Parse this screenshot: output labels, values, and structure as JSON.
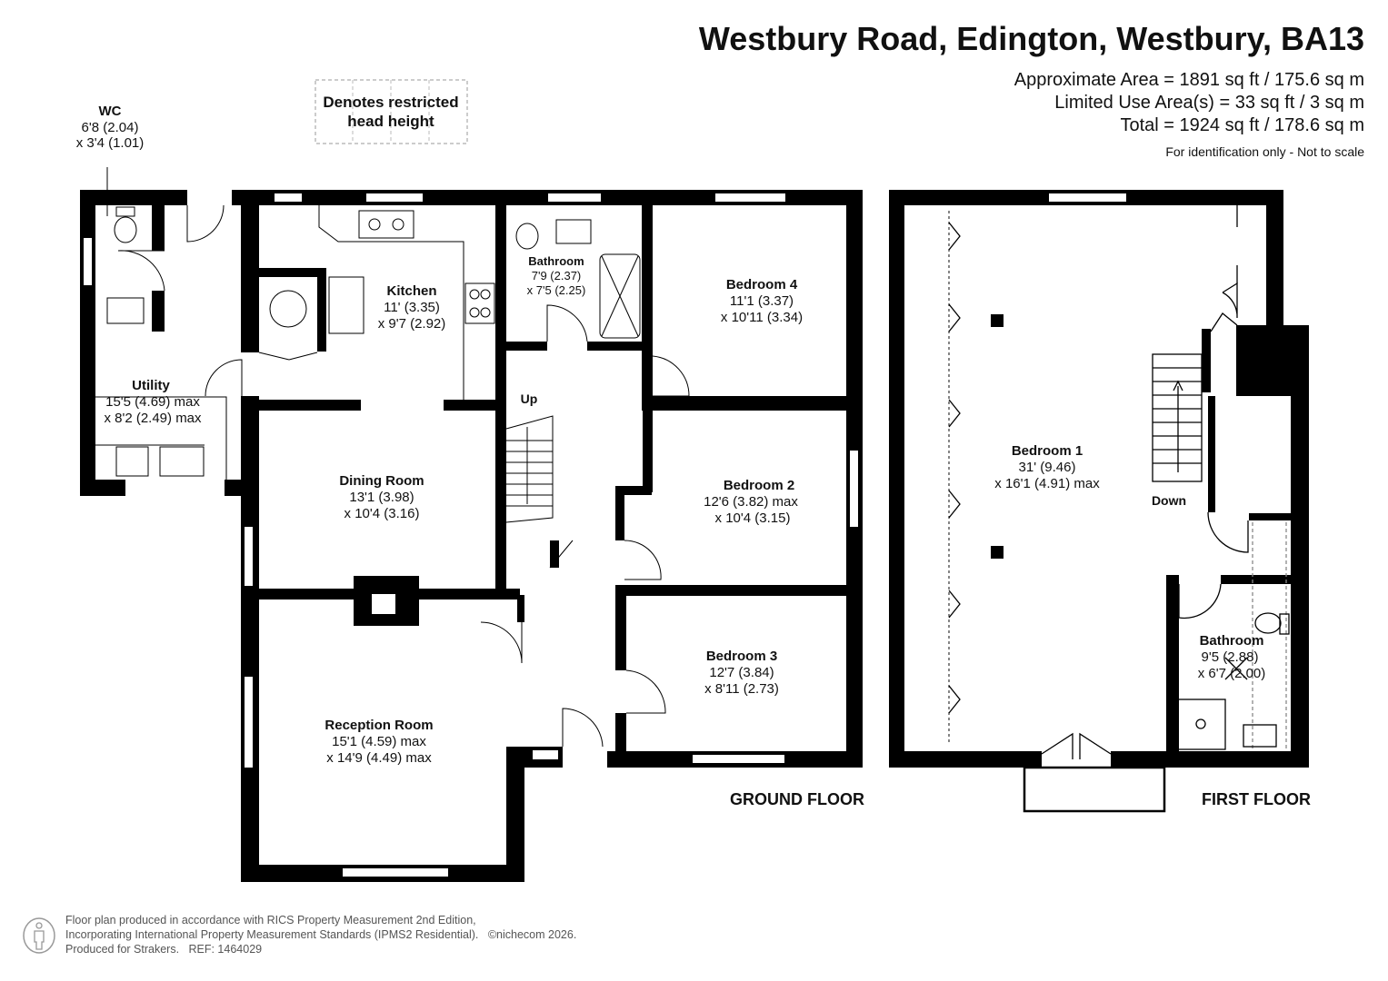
{
  "header": {
    "address": "Westbury Road, Edington, Westbury, BA13",
    "approx_area": "Approximate Area = 1891 sq ft / 175.6 sq m",
    "limited_use": "Limited Use Area(s) = 33 sq ft / 3 sq m",
    "total": "Total = 1924 sq ft / 178.6 sq m",
    "note": "For identification only - Not to scale"
  },
  "legend": {
    "line1": "Denotes restricted",
    "line2": "head height"
  },
  "floors": {
    "ground": "GROUND FLOOR",
    "first": "FIRST FLOOR"
  },
  "stairs": {
    "up": "Up",
    "down": "Down"
  },
  "rooms": {
    "wc": {
      "name": "WC",
      "d1": "6'8 (2.04)",
      "d2": "x 3'4 (1.01)"
    },
    "utility": {
      "name": "Utility",
      "d1": "15'5 (4.69) max",
      "d2": "x 8'2 (2.49) max"
    },
    "kitchen": {
      "name": "Kitchen",
      "d1": "11' (3.35)",
      "d2": "x 9'7 (2.92)"
    },
    "bathroom_g": {
      "name": "Bathroom",
      "d1": "7'9 (2.37)",
      "d2": "x 7'5 (2.25)"
    },
    "bedroom4": {
      "name": "Bedroom 4",
      "d1": "11'1 (3.37)",
      "d2": "x 10'11 (3.34)"
    },
    "dining": {
      "name": "Dining Room",
      "d1": "13'1 (3.98)",
      "d2": "x 10'4 (3.16)"
    },
    "bedroom2": {
      "name": "Bedroom 2",
      "d1": "12'6 (3.82) max",
      "d2": "x 10'4 (3.15)"
    },
    "bedroom3": {
      "name": "Bedroom 3",
      "d1": "12'7 (3.84)",
      "d2": "x 8'11 (2.73)"
    },
    "reception": {
      "name": "Reception Room",
      "d1": "15'1 (4.59) max",
      "d2": "x 14'9 (4.49) max"
    },
    "bedroom1": {
      "name": "Bedroom 1",
      "d1": "31' (9.46)",
      "d2": "x 16'1 (4.91) max"
    },
    "bathroom_f": {
      "name": "Bathroom",
      "d1": "9'5 (2.88)",
      "d2": "x 6'7 (2.00)"
    }
  },
  "footer": {
    "line1": "Floor plan produced in accordance with RICS Property Measurement 2nd Edition,",
    "line2": "Incorporating International Property Measurement Standards (IPMS2 Residential).",
    "copyright": "©nichecom 2026.",
    "produced_for": "Produced for Strakers.",
    "ref": "REF: 1464029"
  }
}
